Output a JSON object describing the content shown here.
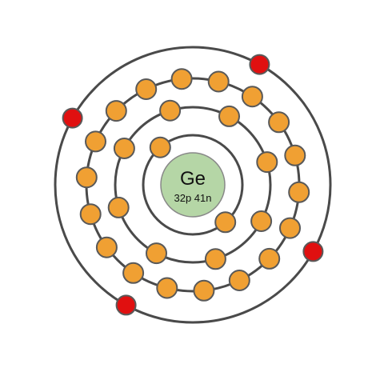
{
  "atom": {
    "symbol": "Ge",
    "composition": "32p 41n",
    "shells": [
      2,
      8,
      18,
      4
    ]
  },
  "colors": {
    "background": "#ffffff",
    "shell_stroke": "#4a4a4a",
    "electron": "#f0a033",
    "valence_electron": "#e01010",
    "nucleus": "#b5d6a6"
  }
}
